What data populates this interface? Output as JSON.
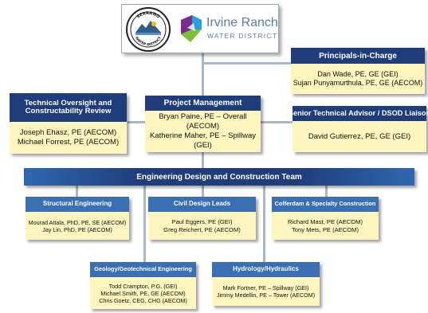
{
  "logos": {
    "serrano": {
      "text": "SERRANO WATER DISTRICT"
    },
    "irvine": {
      "line1": "Irvine Ranch",
      "line2": "WATER DISTRICT"
    }
  },
  "principals": {
    "title": "Principals-in-Charge",
    "members": [
      "Dan Wade, PE, GE (GEI)",
      "Sujan Punyamurthula, PE, GE (AECOM)"
    ]
  },
  "tech_oversight": {
    "title_line1": "Technical Oversight and",
    "title_line2": "Constructability Review",
    "members": [
      "Joseph Ehasz, PE (AECOM)",
      "Michael Forrest, PE (AECOM)"
    ]
  },
  "project_management": {
    "title": "Project Management",
    "members": [
      "Bryan Paine, PE – Overall (AECOM)",
      "Katherine Maher, PE – Spillway (GEI)"
    ]
  },
  "senior_advisor": {
    "title": "Senior Technical Advisor / DSOD Liaison",
    "members": [
      "David Gutierrez, PE, GE (GEI)"
    ]
  },
  "edc_team": {
    "title": "Engineering Design and Construction Team"
  },
  "structural": {
    "title": "Structural Engineering",
    "members": [
      "Mourad Attala, PhD, PE, SE (AECOM)",
      "Jay Lin, PhD, PE (AECOM)"
    ]
  },
  "civil": {
    "title": "Civil Design Leads",
    "members": [
      "Paul Eggers, PE (GEI)",
      "Greg Reichert, PE (AECOM)"
    ]
  },
  "cofferdam": {
    "title": "Cofferdam & Specialty Construction",
    "members": [
      "Richard Mast, PE (AECOM)",
      "Tony Mets, PE (AECOM)"
    ]
  },
  "geology": {
    "title": "Geology/Geotechnical Engineering",
    "members": [
      "Todd Crampton, P.G. (GEI)",
      "Michael Smith, PE, GE (AECOM)",
      "Chris Goetz, CEG, CHG (AECOM)"
    ]
  },
  "hydrology": {
    "title": "Hydrology/Hydraulics",
    "members": [
      "Mark Fortner, PE – Spillway (GEI)",
      "Jimmy Medellin, PE – Tower (AECOM)"
    ]
  },
  "colors": {
    "navy": "#1f3d7a",
    "medium_blue": "#3a6fb4",
    "pale_yellow": "#fff5bf",
    "connector": "#a9b7c6"
  }
}
